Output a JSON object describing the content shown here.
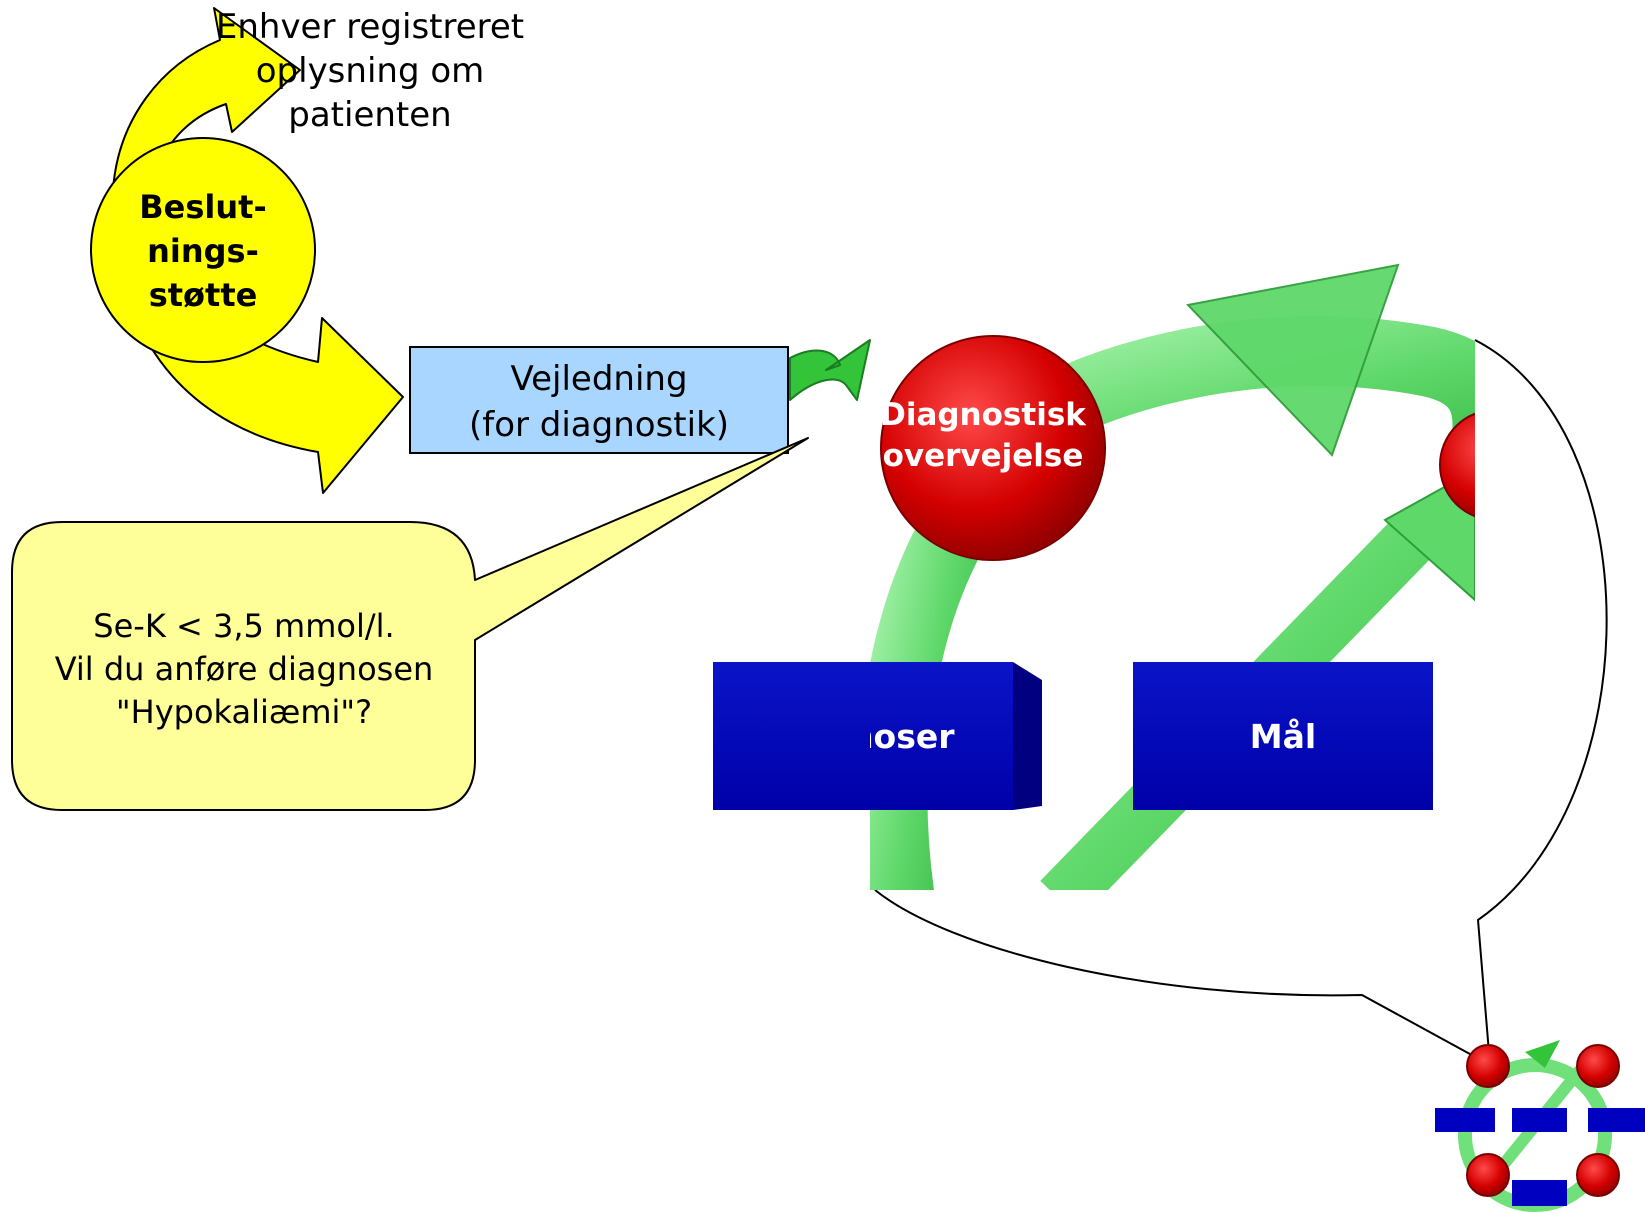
{
  "top_note": {
    "line1": "Enhver registreret",
    "line2": "oplysning om",
    "line3": "patienten"
  },
  "decision_support": {
    "line1": "Beslut-",
    "line2": "nings-",
    "line3": "støtte"
  },
  "guidance_box": {
    "line1": "Vejledning",
    "line2": "(for diagnostik)"
  },
  "callout": {
    "line1": "Se-K < 3,5 mmol/l.",
    "line2": "Vil du anføre diagnosen",
    "line3": "\"Hypokaliæmi\"?"
  },
  "cycle_detail": {
    "node_label_line1": "Diagnostisk",
    "node_label_line2": "overvejelse",
    "box_diagnoses": "Diagnoser",
    "box_goals": "Mål"
  },
  "colors": {
    "yellow": "#ffff00",
    "light_blue": "#a9d6ff",
    "callout_fill": "#ffff99",
    "ring_green": "#6fe07a",
    "node_red": "#e00000",
    "box_blue": "#0000c0"
  }
}
